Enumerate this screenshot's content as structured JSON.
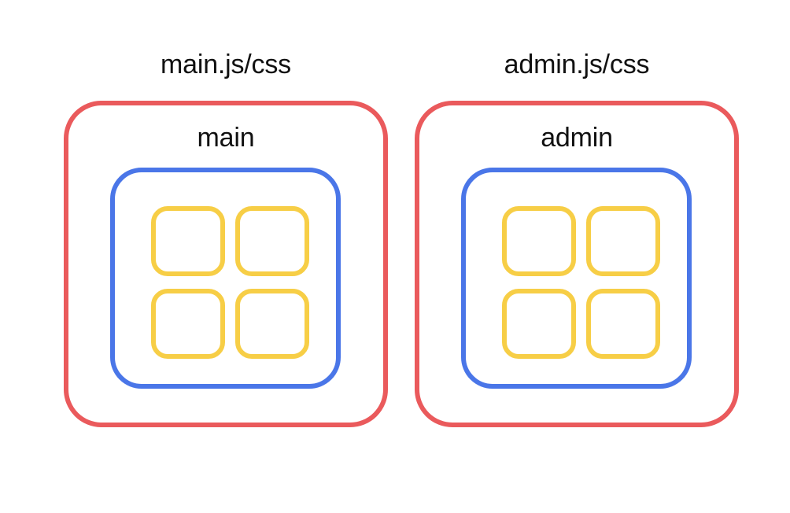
{
  "diagram": {
    "type": "nested-bundle-diagram",
    "background_color": "#ffffff",
    "palette": {
      "outer_box": "#ea5a5c",
      "middle_box": "#4a76e8",
      "tile": "#f7ce46",
      "text": "#111111"
    },
    "groups": [
      {
        "bundle_label": "main.js/css",
        "module_label": "main",
        "tiles": [
          {
            "name": "tile-1"
          },
          {
            "name": "tile-2"
          },
          {
            "name": "tile-3"
          },
          {
            "name": "tile-4"
          }
        ]
      },
      {
        "bundle_label": "admin.js/css",
        "module_label": "admin",
        "tiles": [
          {
            "name": "tile-1"
          },
          {
            "name": "tile-2"
          },
          {
            "name": "tile-3"
          },
          {
            "name": "tile-4"
          }
        ]
      }
    ]
  }
}
